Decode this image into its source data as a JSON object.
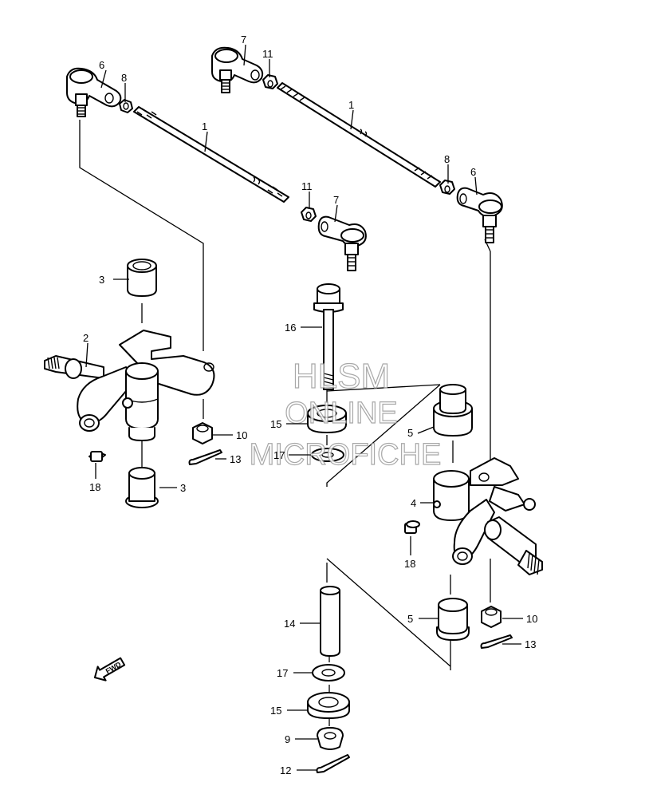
{
  "watermark": {
    "line1": "HLSM",
    "line2": "ONLINE",
    "line3": "MICROFICHE"
  },
  "fwd_label": "FWD",
  "callouts": {
    "c1a": "1",
    "c1b": "1",
    "c2": "2",
    "c3a": "3",
    "c3b": "3",
    "c4": "4",
    "c5a": "5",
    "c5b": "5",
    "c6a": "6",
    "c6b": "6",
    "c7a": "7",
    "c7b": "7",
    "c8a": "8",
    "c8b": "8",
    "c9": "9",
    "c10a": "10",
    "c10b": "10",
    "c11a": "11",
    "c11b": "11",
    "c12": "12",
    "c13a": "13",
    "c13b": "13",
    "c14": "14",
    "c15a": "15",
    "c15b": "15",
    "c16": "16",
    "c17a": "17",
    "c17b": "17",
    "c18a": "18",
    "c18b": "18"
  }
}
